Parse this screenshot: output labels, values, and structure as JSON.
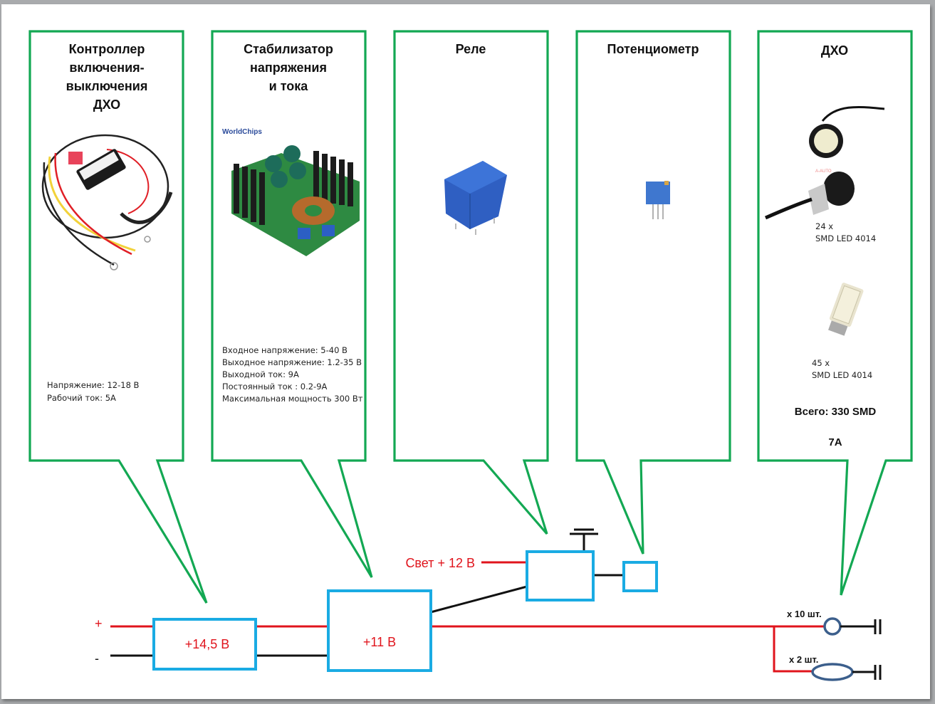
{
  "colors": {
    "callout_border": "#13a853",
    "block_border": "#1aabe3",
    "positive_wire": "#e0141c",
    "negative_wire": "#111111",
    "lamp_outline": "#3c5f8c",
    "label_red": "#e0141c"
  },
  "callouts": [
    {
      "title_lines": [
        "Контроллер",
        "включения-",
        "выключения",
        "ДХО"
      ],
      "image": "drl-controller-module-photo",
      "specs": [
        "Напряжение: 12-18 В",
        "Рабочий ток: 5А"
      ]
    },
    {
      "title_lines": [
        "Стабилизатор",
        "напряжения",
        "и тока"
      ],
      "brand": "WorldChips",
      "image": "dc-dc-buck-converter-photo",
      "specs": [
        "Входное  напряжение: 5-40 В",
        "Выходное  напряжение:  1.2-35 В",
        "Выходной  ток: 9А",
        "Постоянный  ток : 0.2-9А",
        "Максимальная  мощность  300 Вт"
      ]
    },
    {
      "title_lines": [
        "Реле"
      ],
      "image": "blue-relay-photo",
      "specs": []
    },
    {
      "title_lines": [
        "Потенциометр"
      ],
      "image": "trimmer-potentiometer-photo",
      "specs": []
    },
    {
      "title_lines": [
        "ДХО"
      ],
      "items": [
        {
          "image": "eagle-eye-led-photo",
          "count": "24 x",
          "type": "SMD LED 4014"
        },
        {
          "image": "t15-led-bulb-photo",
          "count": "45 x",
          "type": "SMD LED 4014"
        }
      ],
      "total": "Всего: 330 SMD",
      "current": "7А"
    }
  ],
  "circuit": {
    "plus_label": "+",
    "minus_label": "-",
    "controller_block_label": "+14,5 В",
    "stabilizer_block_label": "+11 В",
    "light_input_label": "Свет + 12 В",
    "lamp_group_1": "x 10 шт.",
    "lamp_group_2": "x 2 шт."
  }
}
